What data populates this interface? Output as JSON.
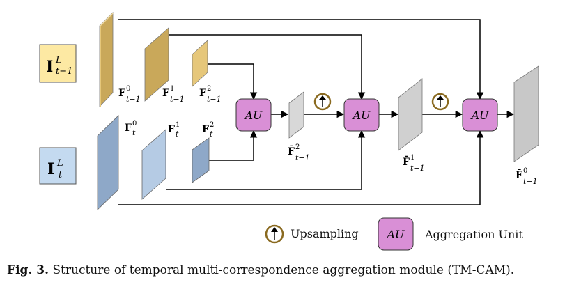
{
  "inputs": {
    "prev": {
      "base": "I",
      "sup": "L",
      "sub": "t−1"
    },
    "curr": {
      "base": "I",
      "sup": "L",
      "sub": "t"
    }
  },
  "features_prev": [
    {
      "base": "F",
      "sup": "0",
      "sub": "t−1"
    },
    {
      "base": "F",
      "sup": "1",
      "sub": "t−1"
    },
    {
      "base": "F",
      "sup": "2",
      "sub": "t−1"
    }
  ],
  "features_curr": [
    {
      "base": "F",
      "sup": "0",
      "sub": "t"
    },
    {
      "base": "F",
      "sup": "1",
      "sub": "t"
    },
    {
      "base": "F",
      "sup": "2",
      "sub": "t"
    }
  ],
  "outputs": [
    {
      "base": "F̄",
      "sup": "2",
      "sub": "t−1"
    },
    {
      "base": "F̄",
      "sup": "1",
      "sub": "t−1"
    },
    {
      "base": "F̄",
      "sup": "0",
      "sub": "t−1"
    }
  ],
  "au_label": "AU",
  "legend": {
    "upsampling": "Upsampling",
    "aggregation_unit": "Aggregation Unit"
  },
  "caption": {
    "prefix": "Fig. 3.",
    "text": " Structure of temporal multi-correspondence aggregation module (TM-CAM)."
  },
  "colors": {
    "prev_fill": "#e6c77a",
    "prev_side": "#c9a85a",
    "prev_input": "#fde9a3",
    "curr_fill": "#8ea8c8",
    "curr_side": "#6d8bb0",
    "curr_input": "#c4daf0",
    "gray_fill": "#d8d8d8",
    "gray_side": "#a8a8a8",
    "au_fill": "#d98fd6",
    "up_ring": "#8a6a20"
  }
}
